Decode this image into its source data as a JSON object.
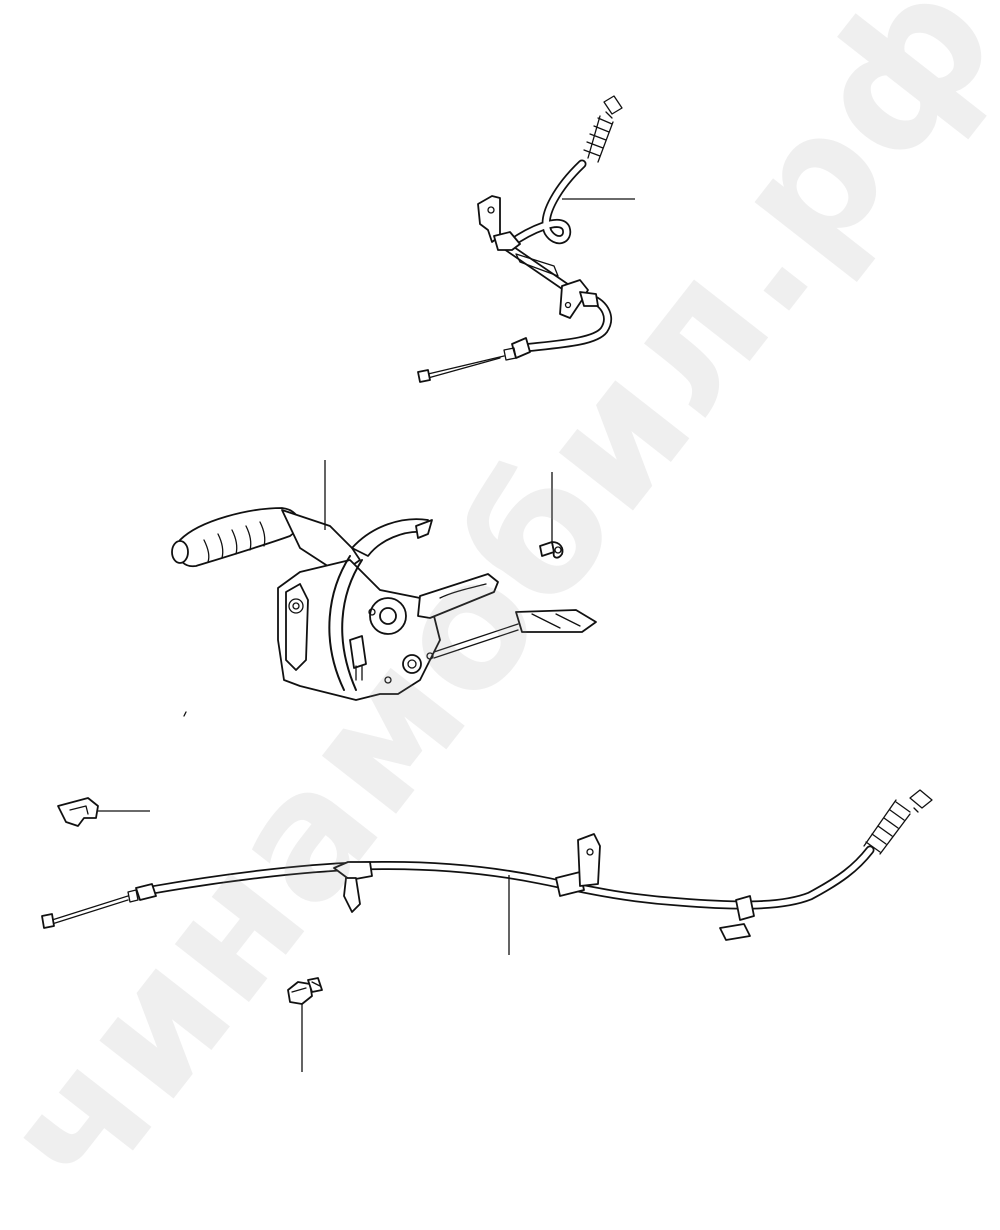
{
  "diagram": {
    "parts": [
      {
        "id": "front-cable",
        "icon": "brake-cable-front-icon"
      },
      {
        "id": "lever-assembly",
        "icon": "parking-brake-lever-icon"
      },
      {
        "id": "bolt",
        "icon": "bolt-icon"
      },
      {
        "id": "clip",
        "icon": "retaining-clip-icon"
      },
      {
        "id": "rear-cable",
        "icon": "brake-cable-rear-icon"
      },
      {
        "id": "flange-bolt",
        "icon": "flange-bolt-icon"
      }
    ],
    "line_color": "#111111",
    "background": "#ffffff"
  },
  "watermark": {
    "text": "чинамобил.рф",
    "color": "#969696"
  }
}
